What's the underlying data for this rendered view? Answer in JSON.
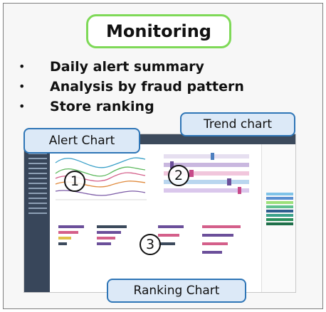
{
  "title": "Monitoring",
  "bullets": [
    {
      "marker": "•",
      "text": "Daily alert summary"
    },
    {
      "marker": "•",
      "text": "Analysis by fraud pattern"
    },
    {
      "marker": "•",
      "text": "Store ranking"
    }
  ],
  "callouts": {
    "alert": "Alert Chart",
    "trend": "Trend chart",
    "ranking": "Ranking Chart"
  },
  "markers": {
    "alert": "1",
    "trend": "2",
    "ranking": "3"
  },
  "colors": {
    "title_border": "#7ed957",
    "callout_fill": "#dce9f7",
    "callout_border": "#2e75b6",
    "dashboard_sidebar": "#38465a"
  }
}
